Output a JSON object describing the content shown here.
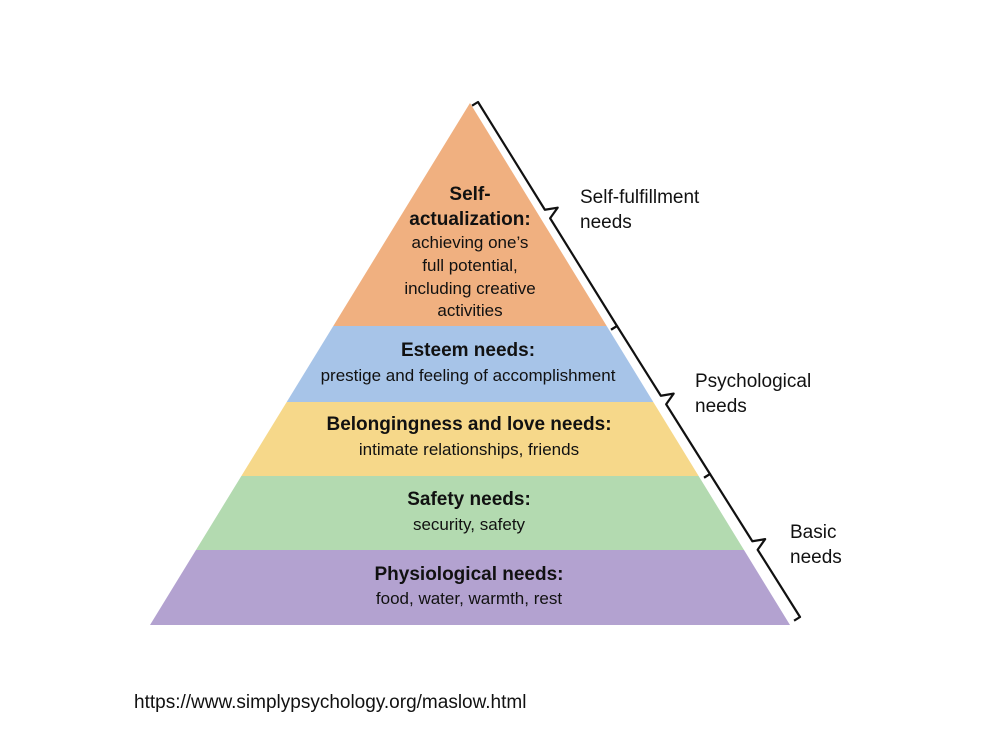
{
  "tiers": [
    {
      "id": "self-actualization",
      "title_lines": [
        "Self-",
        "actualization:"
      ],
      "desc_lines": [
        "achieving one’s",
        "full potential,",
        "including creative",
        "activities"
      ],
      "color": "#F0B080"
    },
    {
      "id": "esteem",
      "title_lines": [
        "Esteem needs:"
      ],
      "desc_lines": [
        "prestige and feeling of accomplishment"
      ],
      "color": "#A7C4E8"
    },
    {
      "id": "belongingness",
      "title_lines": [
        "Belongingness and love needs:"
      ],
      "desc_lines": [
        "intimate relationships, friends"
      ],
      "color": "#F6D88A"
    },
    {
      "id": "safety",
      "title_lines": [
        "Safety needs:"
      ],
      "desc_lines": [
        "security, safety"
      ],
      "color": "#B3DAB0"
    },
    {
      "id": "physiological",
      "title_lines": [
        "Physiological needs:"
      ],
      "desc_lines": [
        "food, water, warmth, rest"
      ],
      "color": "#B3A2D0"
    }
  ],
  "groups": [
    {
      "id": "self-fulfillment",
      "label_lines": [
        "Self-fulfillment",
        "needs"
      ]
    },
    {
      "id": "psychological",
      "label_lines": [
        "Psychological",
        "needs"
      ]
    },
    {
      "id": "basic",
      "label_lines": [
        "Basic",
        "needs"
      ]
    }
  ],
  "source": "https://www.simplypsychology.org/maslow.html"
}
